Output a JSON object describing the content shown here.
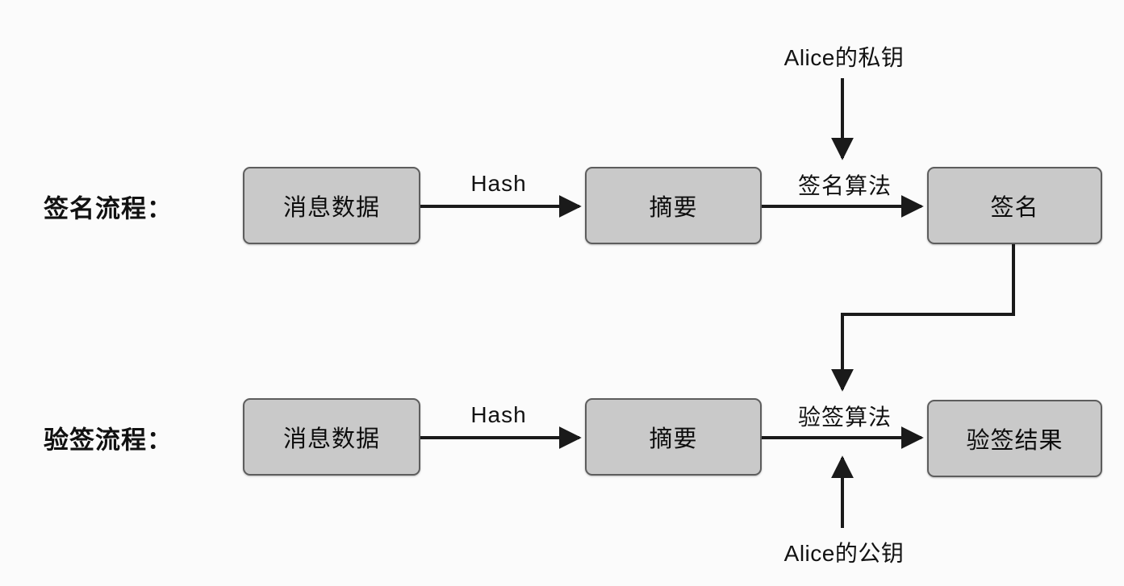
{
  "diagram": {
    "title_sign_row": "签名流程：",
    "title_verify_row": "验签流程：",
    "background_color": "#fbfbfb",
    "node_fill_color": "#c9c9c9",
    "node_border_color": "#5d5d5d",
    "line_color": "#1a1a1a"
  },
  "sign_flow": {
    "label": "签名流程：",
    "nodes": [
      {
        "id": "message-data",
        "label": "消息数据"
      },
      {
        "id": "digest",
        "label": "摘要"
      },
      {
        "id": "signature",
        "label": "签名"
      }
    ],
    "edges": [
      {
        "from": "message-data",
        "to": "digest",
        "label": "Hash"
      },
      {
        "from": "digest",
        "to": "signature",
        "label": "签名算法"
      }
    ],
    "key_input": {
      "label": "Alice的私钥",
      "target": "签名算法",
      "direction": "down"
    }
  },
  "verify_flow": {
    "label": "验签流程：",
    "nodes": [
      {
        "id": "message-data",
        "label": "消息数据"
      },
      {
        "id": "digest",
        "label": "摘要"
      },
      {
        "id": "result",
        "label": "验签结果"
      }
    ],
    "edges": [
      {
        "from": "message-data",
        "to": "digest",
        "label": "Hash"
      },
      {
        "from": "digest",
        "to": "result",
        "label": "验签算法"
      }
    ],
    "key_input": {
      "label": "Alice的公钥",
      "target": "验签算法",
      "direction": "up"
    }
  },
  "cross_flow": {
    "from": "signature",
    "to": "验签算法",
    "label": ""
  }
}
